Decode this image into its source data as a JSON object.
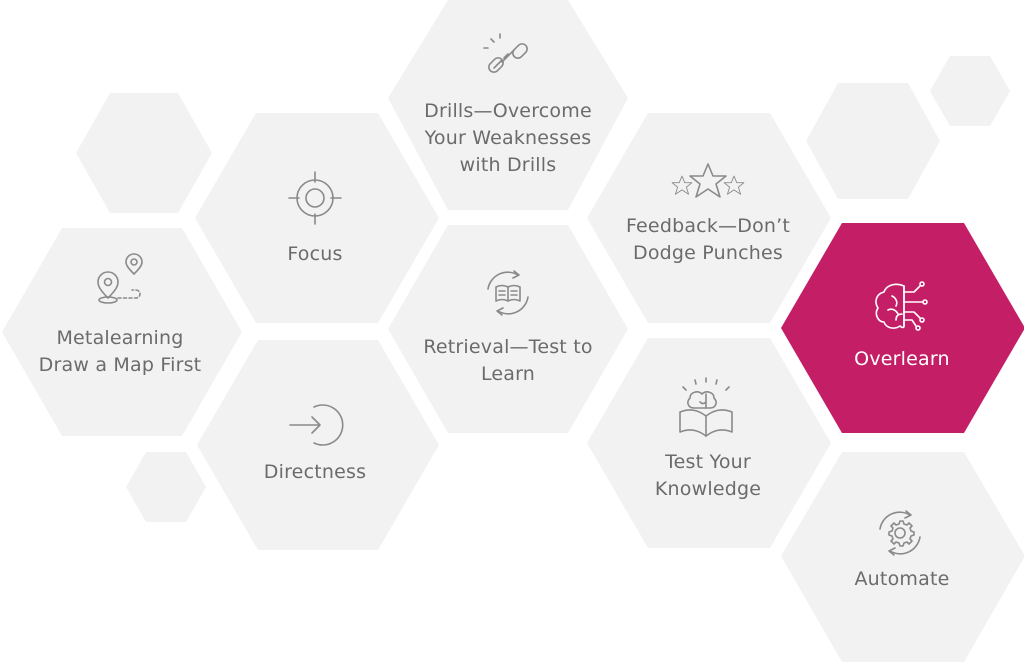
{
  "colors": {
    "hex_fill": "#f2f2f2",
    "accent": "#c41e66",
    "icon_stroke": "#8a8a8a",
    "text": "#6b6b6b"
  },
  "cells": {
    "drills": {
      "label_lines": [
        "Drills—Overcome",
        "Your Weaknesses",
        "with Drills"
      ],
      "icon": "chain-link-icon"
    },
    "focus": {
      "label_lines": [
        "Focus"
      ],
      "icon": "target-crosshair-icon"
    },
    "metalearning": {
      "label_lines": [
        "Metalearning",
        "Draw a Map First"
      ],
      "icon": "map-pins-route-icon"
    },
    "retrieval": {
      "label_lines": [
        "Retrieval—Test to",
        "Learn"
      ],
      "icon": "book-cycle-icon"
    },
    "feedback": {
      "label_lines": [
        "Feedback—Don’t",
        "Dodge Punches"
      ],
      "icon": "three-stars-icon"
    },
    "overlearn": {
      "label_lines": [
        "Overlearn"
      ],
      "icon": "brain-circuit-icon",
      "highlighted": true
    },
    "directness": {
      "label_lines": [
        "Directness"
      ],
      "icon": "arrow-into-circle-icon"
    },
    "test_knowledge": {
      "label_lines": [
        "Test Your",
        "Knowledge"
      ],
      "icon": "brain-on-book-icon"
    },
    "automate": {
      "label_lines": [
        "Automate"
      ],
      "icon": "gear-cycle-icon"
    }
  }
}
